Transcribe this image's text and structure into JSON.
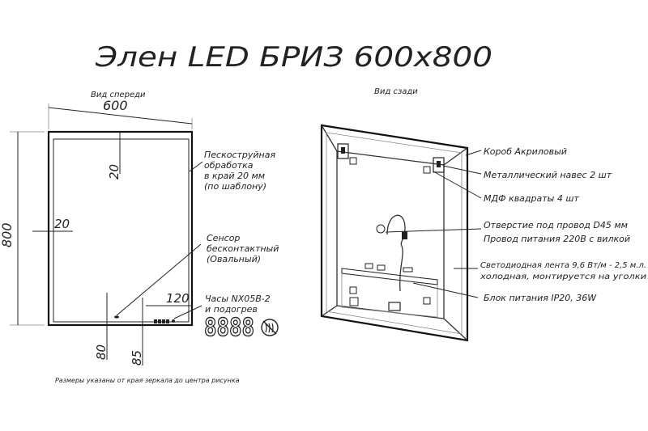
{
  "title": "Элен LED БРИЗ 600х800",
  "front_view": {
    "label": "Вид спереди",
    "width": "600",
    "height": "800",
    "dim_top_offset": "20",
    "dim_left_offset": "20",
    "dim_120": "120",
    "dim_80": "80",
    "dim_85": "85",
    "clock_digits": "8888",
    "callouts": {
      "sandblast": [
        "Пескоструйная",
        "обработка",
        "в край 20 мм",
        "(по шаблону)"
      ],
      "sensor": [
        "Сенсор",
        "бесконтактный",
        "(Овальный)"
      ],
      "clock": [
        "Часы NX05B-2",
        "и подогрев"
      ]
    },
    "footnote": "Размеры указаны от края зеркала до центра рисунка"
  },
  "back_view": {
    "label": "Вид сзади",
    "callouts": [
      "Короб Акриловый",
      "Металлический навес 2 шт",
      "МДФ квадраты 4 шт",
      "Отверстие под провод D45 мм",
      "Провод питания 220В с вилкой",
      "Светодиодная лента 9,6 Вт/м - 2,5 м.л.",
      "холодная, монтируется на уголки",
      "Блок питания IP20, 36W"
    ]
  }
}
